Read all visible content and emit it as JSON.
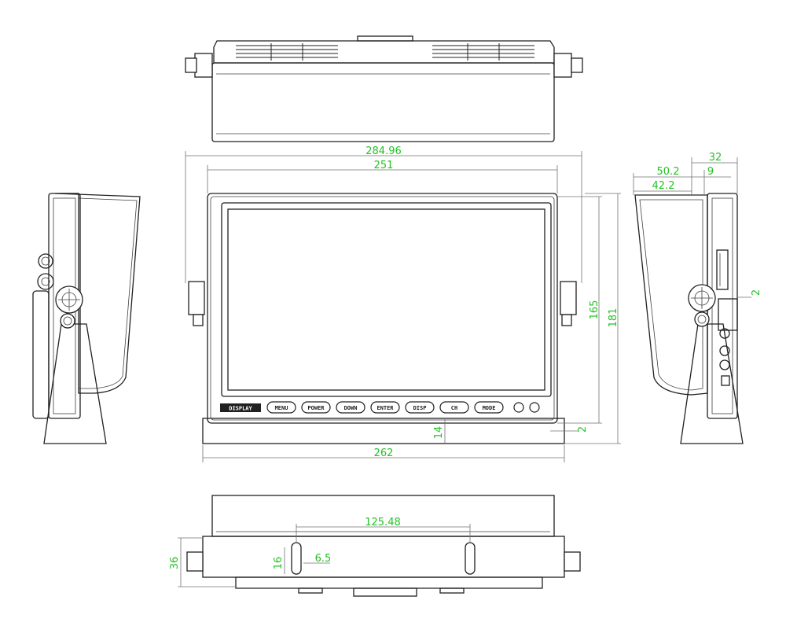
{
  "front": {
    "buttons": [
      "MENU",
      "POWER",
      "DOWN",
      "ENTER",
      "DISP",
      "CH",
      "MODE"
    ],
    "brand": "DISPLAY"
  },
  "dimensions": {
    "overall_width": "284.96",
    "panel_width": "251",
    "base_width": "262",
    "panel_height": "165",
    "overall_height": "181",
    "bottom_bezel": "14",
    "small_offset": "2",
    "depth_32": "32",
    "depth_50": "50.2",
    "depth_9": "9",
    "depth_42": "42.2",
    "side_2": "2",
    "hole_spacing": "125.48",
    "slot_width": "6.5",
    "slot_height": "16",
    "base_depth": "36"
  },
  "colors": {
    "line": "#202020",
    "dimension_text": "#22c322",
    "dimension_line": "#707070"
  }
}
